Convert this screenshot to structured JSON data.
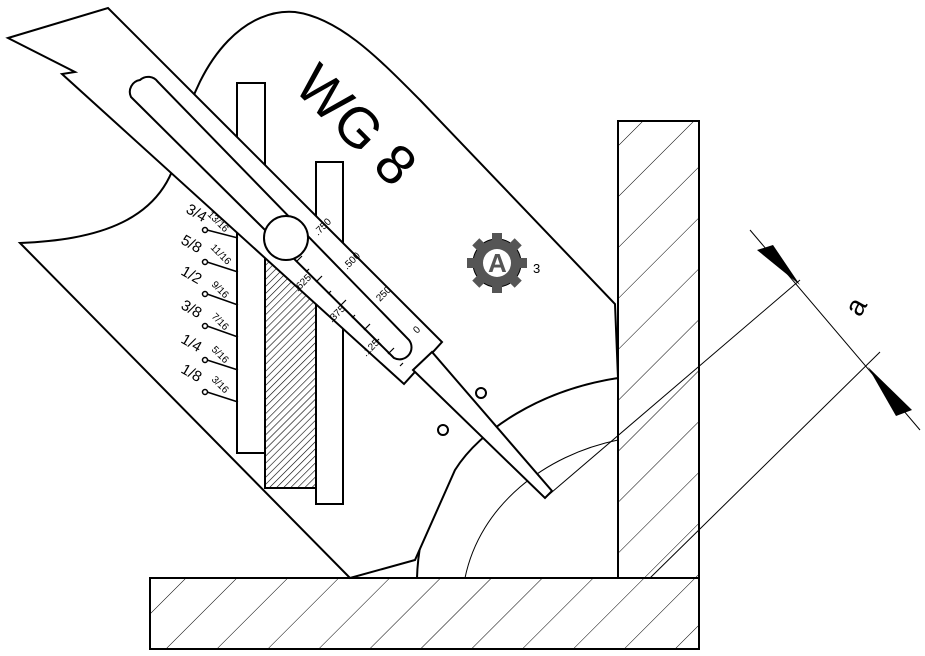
{
  "gauge": {
    "model": "WG 8",
    "logo_mark": "3",
    "left_scale": {
      "fractions": [
        "3/4",
        "5/8",
        "1/2",
        "3/8",
        "1/4",
        "1/8"
      ],
      "sixteenths": [
        "13/16",
        "11/16",
        "9/16",
        "7/16",
        "5/16",
        "3/16"
      ]
    },
    "slide_scale": {
      "upper": [
        ".750",
        ".500",
        "250",
        "0"
      ],
      "lower": [
        ".625",
        ".375",
        ".125"
      ]
    }
  },
  "dimension": {
    "label": "a"
  },
  "colors": {
    "ink": "#000000",
    "paper": "#ffffff"
  },
  "icons": {
    "logo": "gear-a-logo-icon"
  }
}
